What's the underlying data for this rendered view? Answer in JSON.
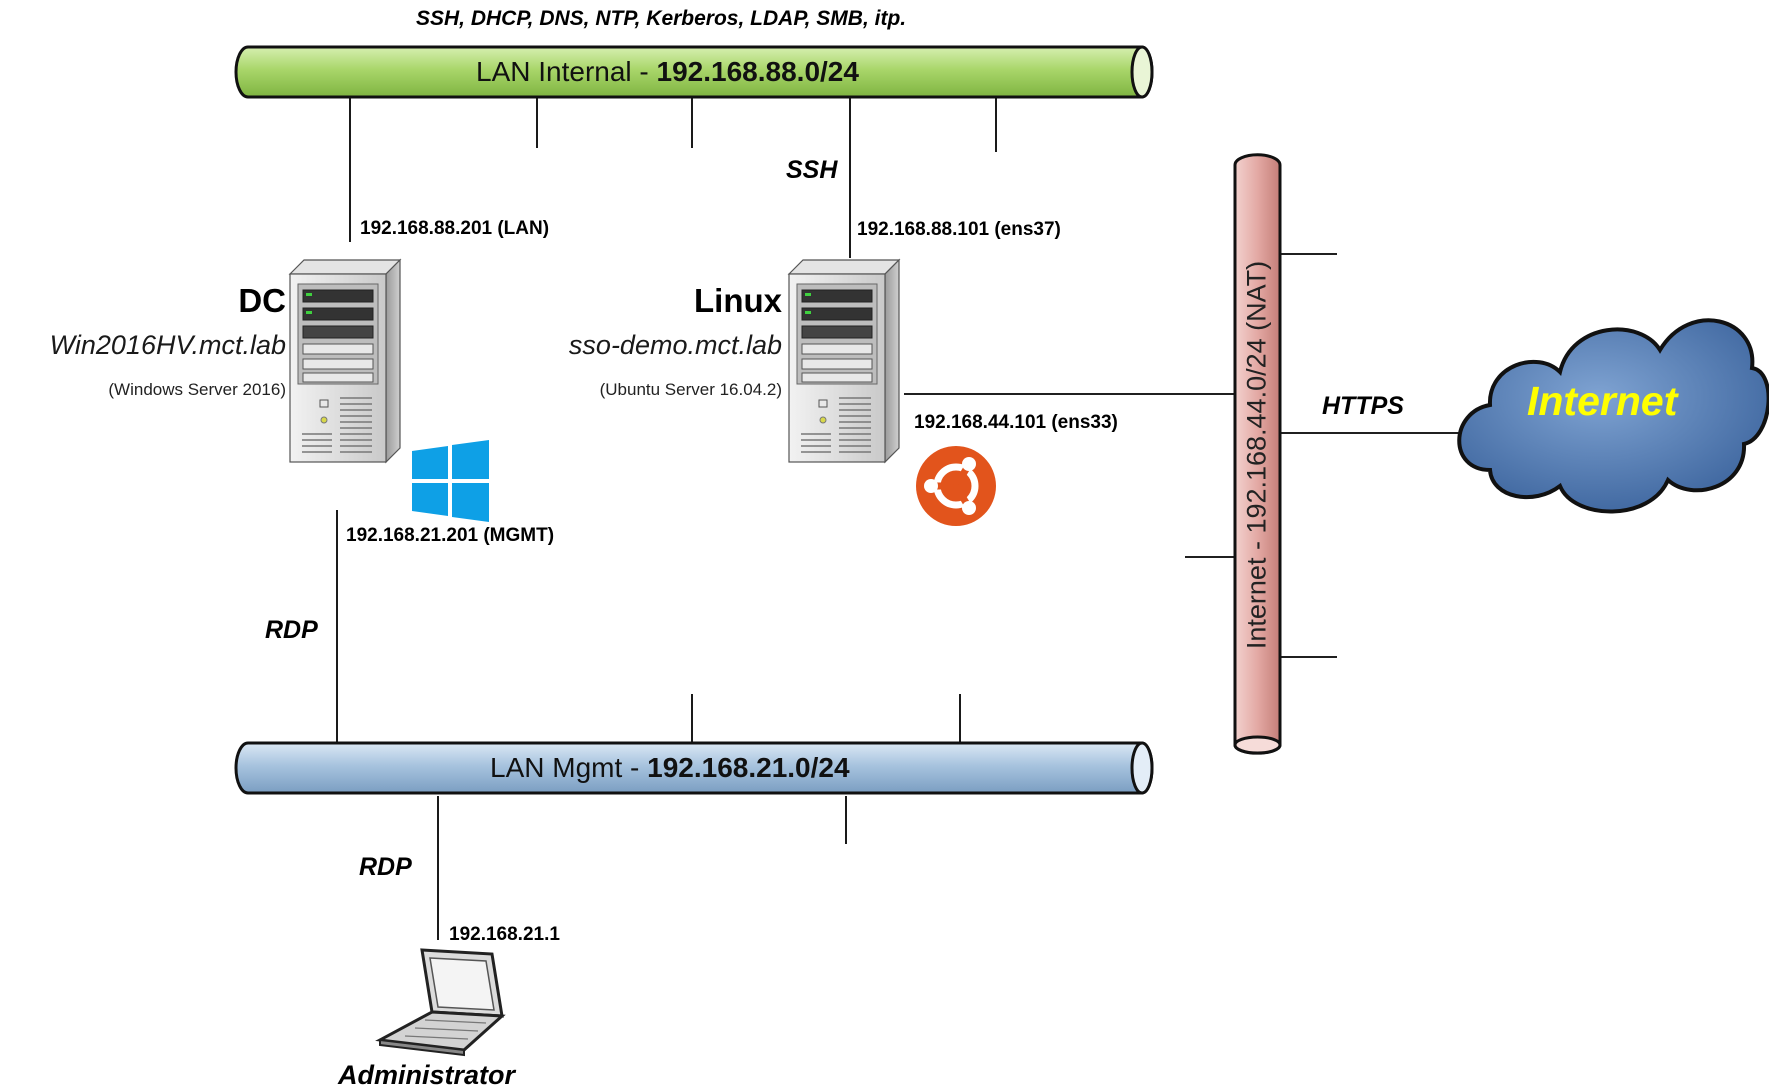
{
  "top_protocols": "SSH, DHCP, DNS, NTP, Kerberos, LDAP, SMB, itp.",
  "networks": {
    "internal": {
      "prefix": "LAN Internal - ",
      "cidr": "192.168.88.0/24",
      "color": "#a9d66a"
    },
    "mgmt": {
      "prefix": "LAN Mgmt - ",
      "cidr": "192.168.21.0/24",
      "color": "#a7c3de"
    },
    "internet": {
      "label": "Internet - 192.168.44.0/24 (NAT)",
      "color": "#e3a9a4"
    }
  },
  "dc": {
    "name": "DC",
    "fqdn": "Win2016HV.mct.lab",
    "os": "(Windows Server 2016)",
    "ip_lan": "192.168.88.201 (LAN)",
    "ip_mgmt": "192.168.21.201 (MGMT)",
    "logo": "windows-logo",
    "logo_color": "#0ea0e6"
  },
  "linux": {
    "name": "Linux",
    "fqdn": "sso-demo.mct.lab",
    "os": "(Ubuntu Server 16.04.2)",
    "ip_lan": "192.168.88.101 (ens37)",
    "ip_internet": "192.168.44.101 (ens33)",
    "logo": "ubuntu-logo",
    "logo_color": "#e2541c"
  },
  "admin": {
    "name": "Administrator",
    "ip": "192.168.21.1",
    "icon": "laptop-icon"
  },
  "links": {
    "ssh": "SSH",
    "rdp_dc": "RDP",
    "rdp_admin": "RDP",
    "https": "HTTPS"
  },
  "cloud": {
    "label": "Internet",
    "label_color": "#ffff00",
    "fill": "#4e79b4"
  }
}
